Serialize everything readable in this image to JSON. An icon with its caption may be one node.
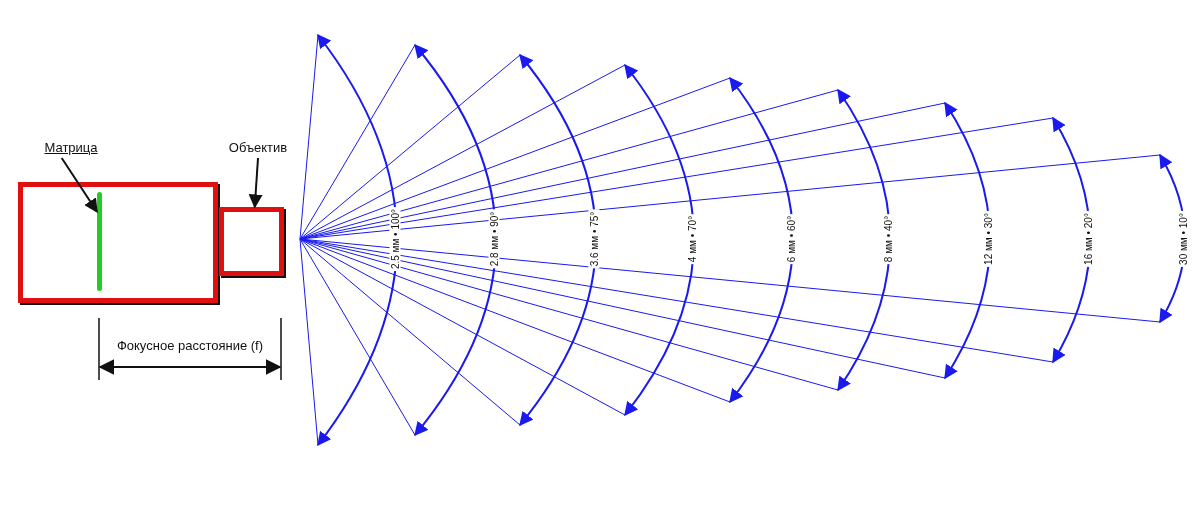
{
  "diagram": {
    "nodes": [
      {
        "text": [],
        "shape": "box"
      },
      {
        "text": [],
        "shape": "box"
      },
      {
        "text": [],
        "shape": "bar",
        "in": 0
      },
      {
        "text": [
          "Матрица"
        ]
      },
      {
        "text": [
          "Объектив"
        ]
      }
    ],
    "edges": [
      {
        "from": 3,
        "to": 2,
        "arrow": "to"
      },
      {
        "from": 4,
        "to": 1,
        "arrow": "to"
      }
    ],
    "labels": [
      "Фокусное расстояние (f)",
      "2.5 мм • 100°",
      "2.8 мм • 90°",
      "3.6 мм • 75°",
      "4 мм • 70°",
      "6 мм • 60°",
      "8 мм • 40°",
      "12 мм • 30°",
      "16 мм • 20°",
      "30 мм • 10°"
    ]
  }
}
